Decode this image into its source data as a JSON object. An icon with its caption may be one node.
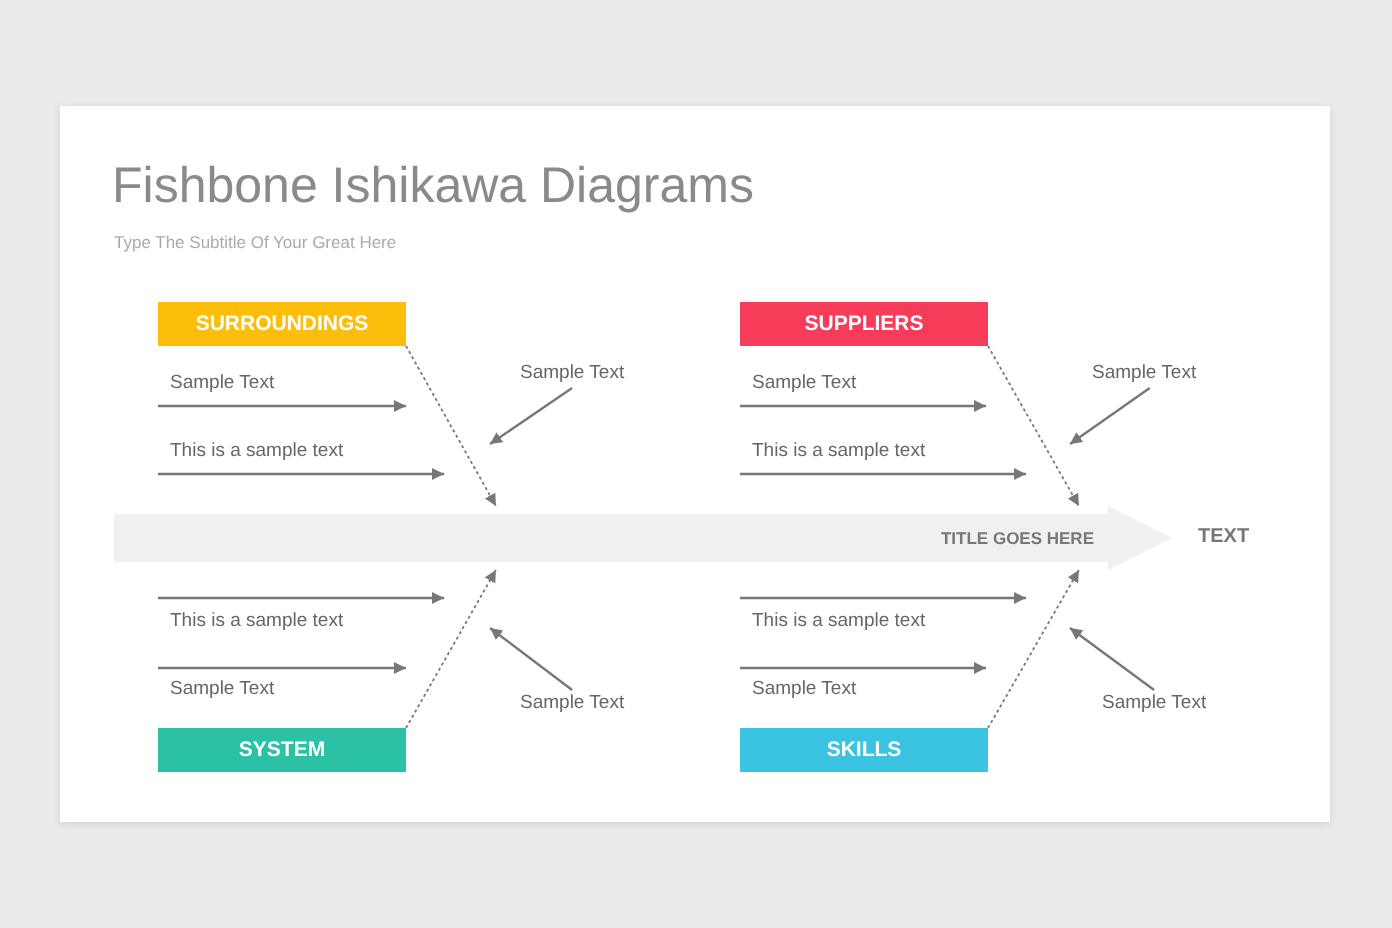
{
  "diagram": {
    "title": "Fishbone Ishikawa Diagrams",
    "nodes": [
      {
        "text": [
          "SURROUNDINGS"
        ]
      },
      {
        "text": [
          "Sample Text"
        ]
      },
      {
        "text": [
          "SUPPLIERS"
        ]
      },
      {
        "text": [
          "Sample Text"
        ]
      },
      {
        "text": [
          "TITLE GOES HERE"
        ],
        "beside": [
          "TEXT"
        ]
      },
      {
        "text": [
          "Sample Text"
        ]
      },
      {
        "text": [
          "SYSTEM"
        ]
      },
      {
        "text": [
          "Sample Text"
        ]
      },
      {
        "text": [
          "SKILLS"
        ]
      }
    ],
    "edges": [
      {
        "from": 0,
        "to": 4,
        "arrow": "to",
        "style": "dashed"
      },
      {
        "from": 2,
        "to": 4,
        "arrow": "to",
        "style": "dashed"
      },
      {
        "from": 6,
        "to": 4,
        "arrow": "to",
        "style": "dashed"
      },
      {
        "from": 8,
        "to": 4,
        "arrow": "to",
        "style": "dashed"
      },
      {
        "from": 1,
        "to": null,
        "arrow": "to"
      },
      {
        "from": 3,
        "to": null,
        "arrow": "to"
      },
      {
        "from": 5,
        "to": null,
        "arrow": "to"
      },
      {
        "from": 7,
        "to": null,
        "arrow": "to"
      }
    ],
    "labels": [
      "Type The Subtitle Of Your Great Here",
      "Sample Text",
      "Sample Text",
      "This is a sample text",
      "This is a sample text",
      "This is a sample text",
      "This is a sample text",
      "Sample Text",
      "Sample Text"
    ]
  }
}
